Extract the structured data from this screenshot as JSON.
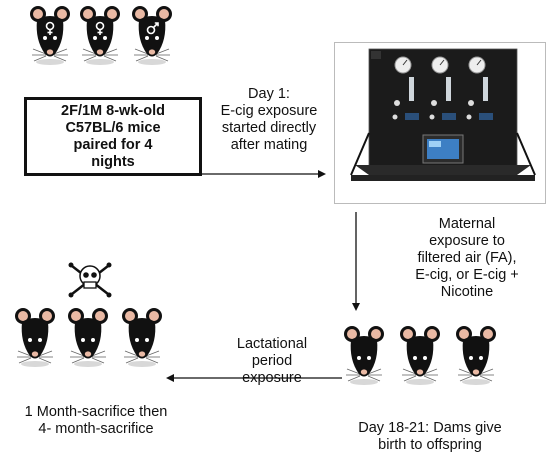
{
  "pairing_box": {
    "text": "2F/1M 8-wk-old\nC57BL/6 mice\npaired for 4\nnights"
  },
  "day1_label": {
    "text": "Day 1:\nE-cig exposure\nstarted directly\nafter mating"
  },
  "maternal_label": {
    "text": "Maternal\nexposure to\nfiltered air (FA),\nE-cig, or E-cig +\nNicotine"
  },
  "lactation_label": {
    "text": "Lactational\nperiod\nexposure"
  },
  "sacrifice_label": {
    "text": "1 Month-sacrifice then\n4- month-sacrifice"
  },
  "birth_label": {
    "text": "Day 18-21: Dams give\nbirth to offspring"
  },
  "icons": {
    "top_mice": [
      "female-symbol-icon",
      "female-symbol-icon",
      "male-symbol-icon"
    ],
    "skull": "skull-crossbones-icon"
  },
  "colors": {
    "mouse_body": "#111111",
    "mouse_ear": "#e9b9a4",
    "mouse_snout": "#e9b9a4",
    "arrow": "#111111"
  }
}
